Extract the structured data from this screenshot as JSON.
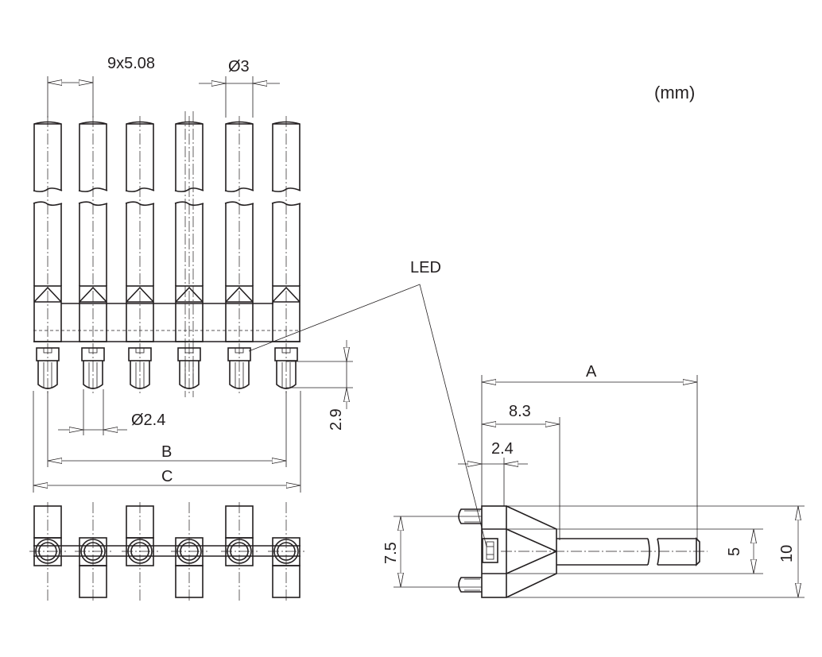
{
  "unit": "(mm)",
  "labels": {
    "pitch": "9x5.08",
    "dia_lens": "Ø3",
    "led": "LED",
    "dia_leg": "Ø2.4",
    "dim_2_9": "2.9",
    "dim_b": "B",
    "dim_c": "C",
    "dim_a": "A",
    "dim_8_3": "8.3",
    "dim_2_4": "2.4",
    "dim_7_5": "7.5",
    "dim_5": "5",
    "dim_10": "10"
  }
}
